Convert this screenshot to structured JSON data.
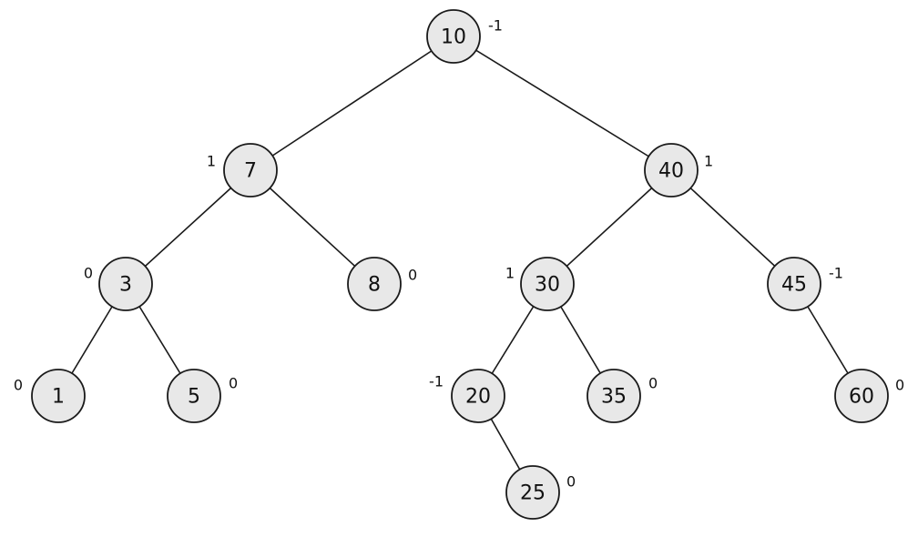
{
  "tree": {
    "nodes": [
      {
        "id": "n10",
        "value": "10",
        "balance": "-1"
      },
      {
        "id": "n7",
        "value": "7",
        "balance": "1"
      },
      {
        "id": "n40",
        "value": "40",
        "balance": "1"
      },
      {
        "id": "n3",
        "value": "3",
        "balance": "0"
      },
      {
        "id": "n8",
        "value": "8",
        "balance": "0"
      },
      {
        "id": "n30",
        "value": "30",
        "balance": "1"
      },
      {
        "id": "n45",
        "value": "45",
        "balance": "-1"
      },
      {
        "id": "n1",
        "value": "1",
        "balance": "0"
      },
      {
        "id": "n5",
        "value": "5",
        "balance": "0"
      },
      {
        "id": "n20",
        "value": "20",
        "balance": "-1"
      },
      {
        "id": "n35",
        "value": "35",
        "balance": "0"
      },
      {
        "id": "n60",
        "value": "60",
        "balance": "0"
      },
      {
        "id": "n25",
        "value": "25",
        "balance": "0"
      }
    ],
    "edges": [
      [
        "n10",
        "n7"
      ],
      [
        "n10",
        "n40"
      ],
      [
        "n7",
        "n3"
      ],
      [
        "n7",
        "n8"
      ],
      [
        "n40",
        "n30"
      ],
      [
        "n40",
        "n45"
      ],
      [
        "n3",
        "n1"
      ],
      [
        "n3",
        "n5"
      ],
      [
        "n30",
        "n20"
      ],
      [
        "n30",
        "n35"
      ],
      [
        "n45",
        "n60"
      ],
      [
        "n20",
        "n25"
      ]
    ]
  }
}
